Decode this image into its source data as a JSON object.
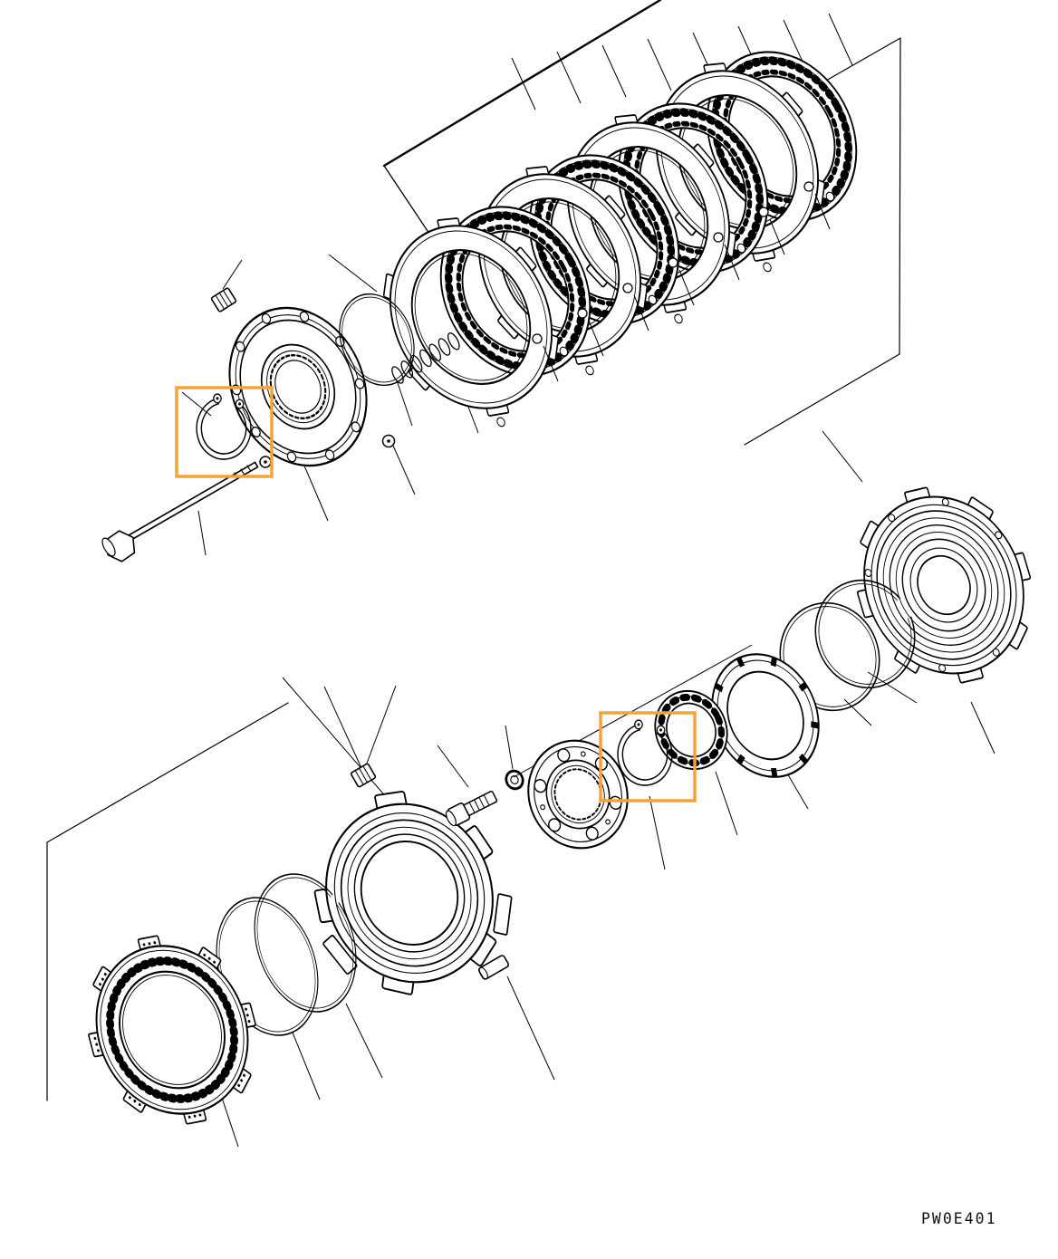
{
  "diagram": {
    "part_code_label": "PW0E401",
    "highlight_color": "#F2A439",
    "line_color": "#000000",
    "background_color": "#FFFFFF",
    "highlights": [
      {
        "name": "snap-ring-upper-group"
      },
      {
        "name": "snap-ring-lower-group"
      }
    ]
  }
}
